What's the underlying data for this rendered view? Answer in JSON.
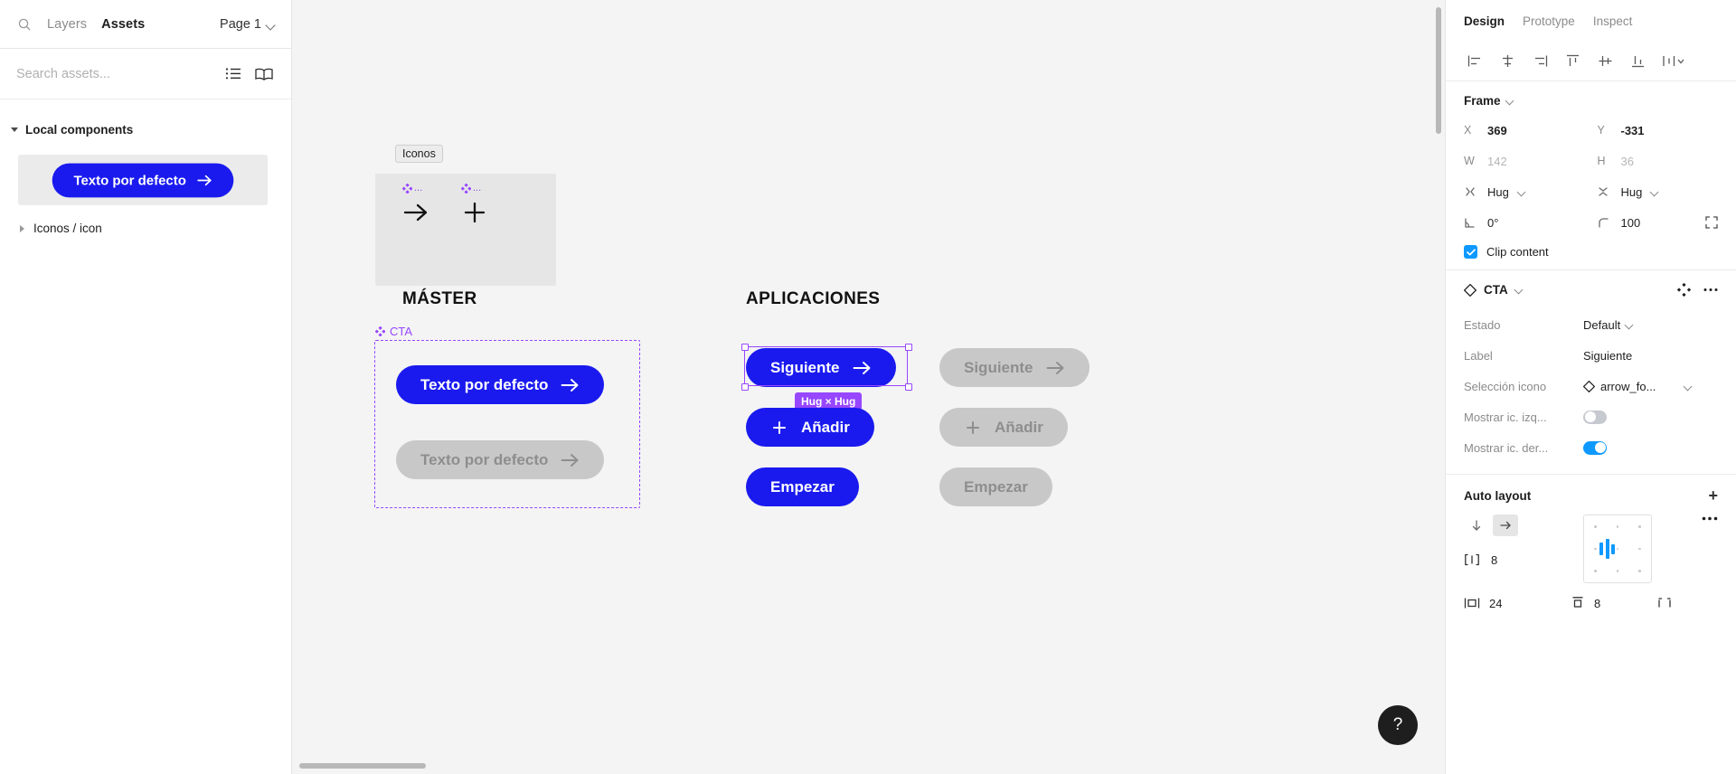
{
  "left_panel": {
    "search_icon": "search-icon",
    "tabs": [
      {
        "label": "Layers",
        "active": false
      },
      {
        "label": "Assets",
        "active": true
      }
    ],
    "page_selector": "Page 1",
    "search": {
      "placeholder": "Search assets...",
      "value": ""
    },
    "view_list_icon": "list-view-icon",
    "library_icon": "book-library-icon",
    "sections": [
      {
        "title": "Local components"
      }
    ],
    "asset_preview_label": "Texto por defecto",
    "asset_items": [
      {
        "label": "Iconos / icon"
      }
    ]
  },
  "canvas": {
    "frames": [
      {
        "name": "Iconos"
      }
    ],
    "icon_components": [
      {
        "tag": "...",
        "glyph": "arrow-forward-icon"
      },
      {
        "tag": "...",
        "glyph": "plus-icon"
      }
    ],
    "section_titles": {
      "master": "MÁSTER",
      "aplicaciones": "APLICACIONES"
    },
    "cta_group_tag": "CTA",
    "master_buttons": [
      {
        "label": "Texto por defecto",
        "icon": "arrow-forward-icon",
        "state": "default"
      },
      {
        "label": "Texto por defecto",
        "icon": "arrow-forward-icon",
        "state": "disabled"
      }
    ],
    "app_buttons_enabled": [
      {
        "label": "Siguiente",
        "icon_right": "arrow-forward-icon",
        "selected": true
      },
      {
        "label": "Añadir",
        "icon_left": "plus-icon"
      },
      {
        "label": "Empezar"
      }
    ],
    "app_buttons_disabled": [
      {
        "label": "Siguiente",
        "icon_right": "arrow-forward-icon"
      },
      {
        "label": "Añadir",
        "icon_left": "plus-icon"
      },
      {
        "label": "Empezar"
      }
    ],
    "selection_badge": "Hug × Hug",
    "help_label": "?"
  },
  "right_panel": {
    "tabs": [
      {
        "label": "Design",
        "active": true
      },
      {
        "label": "Prototype",
        "active": false
      },
      {
        "label": "Inspect",
        "active": false
      }
    ],
    "align_icons": [
      "align-left-icon",
      "align-horizontal-center-icon",
      "align-right-icon",
      "align-top-icon",
      "align-vertical-center-icon",
      "align-bottom-icon",
      "distribute-icon"
    ],
    "frame": {
      "title": "Frame",
      "x_label": "X",
      "x_value": "369",
      "y_label": "Y",
      "y_value": "-331",
      "w_label": "W",
      "w_value": "142",
      "h_label": "H",
      "h_value": "36",
      "resize_h_label": "Hug",
      "resize_v_label": "Hug",
      "rotation_value": "0°",
      "corner_radius_value": "100",
      "independent_corners_icon": "independent-corners-icon",
      "clip_content_label": "Clip content",
      "clip_content_checked": true
    },
    "component": {
      "name": "CTA",
      "swap_icon": "swap-instance-icon",
      "more_icon": "more-options-icon",
      "properties": [
        {
          "label": "Estado",
          "value": "Default",
          "type": "select"
        },
        {
          "label": "Label",
          "value": "Siguiente",
          "type": "text"
        },
        {
          "label": "Selección icono",
          "value": "arrow_fo...",
          "type": "instance-swap"
        },
        {
          "label": "Mostrar ic. izq...",
          "value": "off",
          "type": "toggle"
        },
        {
          "label": "Mostrar ic. der...",
          "value": "on",
          "type": "toggle"
        }
      ]
    },
    "auto_layout": {
      "title": "Auto layout",
      "add_icon": "plus-icon",
      "direction_vertical_icon": "arrow-down-icon",
      "direction_horizontal_icon": "arrow-right-icon",
      "direction_selected": "horizontal",
      "gap_label": "gap-icon",
      "gap_value": "8",
      "horizontal_padding_value": "24",
      "vertical_padding_value": "8",
      "more_icon": "more-options-icon"
    }
  },
  "colors": {
    "brand_blue": "#1a1aef",
    "figma_purple": "#9747ff",
    "disabled_gray": "#c8c8c8",
    "canvas_bg": "#f4f4f4",
    "toggle_blue": "#0d99ff"
  }
}
